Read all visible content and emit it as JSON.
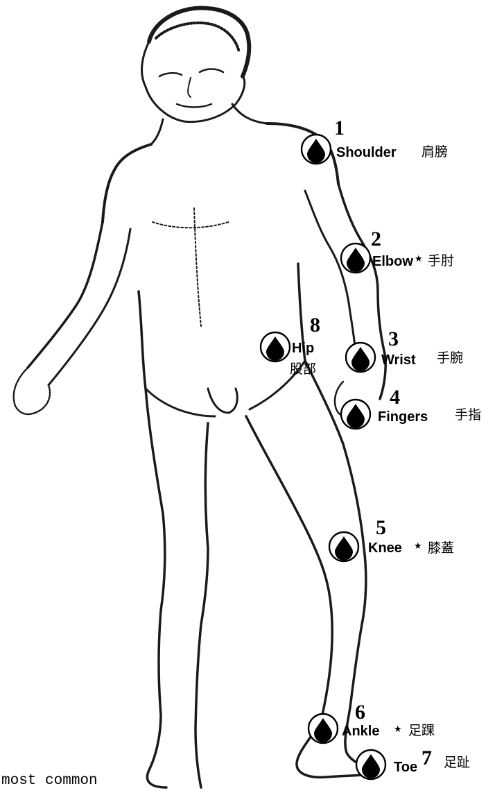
{
  "colors": {
    "ink": "#000000",
    "paper": "#ffffff",
    "sketch": "#1a1a1a"
  },
  "marker_icon": "blood-drop-in-circle-icon",
  "points": [
    {
      "number": "1",
      "label": "Shoulder",
      "star": "",
      "chinese": "肩膀"
    },
    {
      "number": "2",
      "label": "Elbow",
      "star": "★",
      "chinese": "手肘"
    },
    {
      "number": "3",
      "label": "Wrist",
      "star": "",
      "chinese": "手腕"
    },
    {
      "number": "4",
      "label": "Fingers",
      "star": "",
      "chinese": "手指"
    },
    {
      "number": "5",
      "label": "Knee",
      "star": "★",
      "chinese": "膝蓋"
    },
    {
      "number": "6",
      "label": "Ankle",
      "star": "★",
      "chinese": "足踝"
    },
    {
      "number": "7",
      "label": "Toe",
      "star": "",
      "chinese": "足趾"
    },
    {
      "number": "8",
      "label": "Hip",
      "star": "",
      "chinese": "股部"
    }
  ],
  "footer_text": "most common"
}
